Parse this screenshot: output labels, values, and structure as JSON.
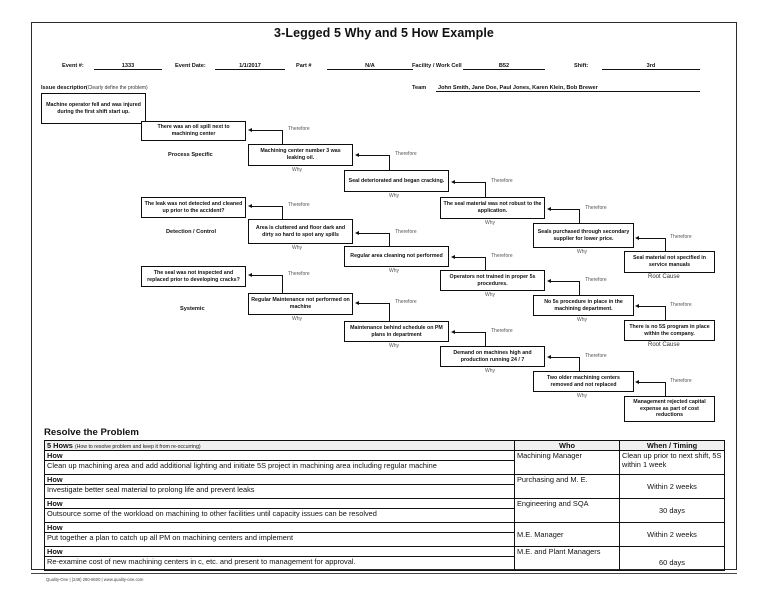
{
  "document": {
    "title": "3-Legged 5 Why and 5 How Example",
    "footer": "Quality-One | (248) 280-8600 | www.quality-one.com"
  },
  "header": {
    "event_no_label": "Event #:",
    "event_no_value": "1333",
    "event_date_label": "Event Date:",
    "event_date_value": "1/1/2017",
    "part_no_label": "Part #",
    "part_no_value": "N/A",
    "facility_label": "Facility / Work Cell",
    "facility_value": "B52",
    "shift_label": "Shift:",
    "shift_value": "3rd",
    "issue_label": "Issue description",
    "issue_hint": "(Clearly define the problem)",
    "issue_text": "Machine operator fell and was injured during the first shift start up.",
    "team_label": "Team",
    "team_value": "John Smith, Jane Doe, Paul Jones, Karen Klein, Bob Brewer"
  },
  "diagram": {
    "connector_label": "Therefore",
    "why_label": "Why",
    "root_cause_label": "Root Cause",
    "legs": [
      {
        "tag": "Process Specific",
        "boxes": [
          "There was an oil spill next to machining center",
          "Machining center number 3 was leaking oil.",
          "Seal deteriorated and began cracking.",
          "The seal material was not robust to the application.",
          "Seals purchased through secondary supplier for lower price.",
          "Seal material not specified in service manuals"
        ]
      },
      {
        "tag": "Detection / Control",
        "boxes": [
          "The leak was not detected and cleaned up prior to the accident?",
          "Area is cluttered and floor dark and dirty so hard to spot any spills",
          "Regular area cleaning not performed",
          "Operators not trained in proper 5s procedures.",
          "No 5s procedure in place in the machining department.",
          "There is no 5S program in place within the company."
        ]
      },
      {
        "tag": "Systemic",
        "boxes": [
          "The seal was not inspected and replaced prior to developing cracks?",
          "Regular Maintenance not performed on machine",
          "Maintenance behind schedule on PM plans  in department",
          "Demand on machines high and production running 24 / 7",
          "Two older machining centers removed and not replaced",
          "Management rejected capital expense as part of cost reductions"
        ]
      }
    ]
  },
  "resolve": {
    "heading": "Resolve the Problem",
    "banner_title": "5 Hows",
    "banner_hint": "(How to resolve problem and keep it from re-occurring)",
    "col_who": "Who",
    "col_when": "When / Timing",
    "how_label": "How",
    "rows": [
      {
        "how": "Clean up machining area and add additional lighting and initiate 5S project in machining area including regular machine",
        "who": "Machining Manager",
        "when": "Clean up prior to next shift, 5S within 1 week"
      },
      {
        "how": "Investigate better seal material to prolong life and prevent leaks",
        "who": "Purchasing and M. E.",
        "when": "Within 2 weeks"
      },
      {
        "how": "Outsource some of the workload on machining to other facilities until capacity issues can be resolved",
        "who": "Engineering and SQA",
        "when": "30 days"
      },
      {
        "how": "Put together a plan to catch up all PM on machining centers and implement",
        "who": "M.E. Manager",
        "when": "Within 2 weeks"
      },
      {
        "how": "Re-examine cost of new machining centers in c, etc. and present to management for approval.",
        "who": "M.E. and Plant Managers",
        "when": "60 days"
      }
    ]
  }
}
